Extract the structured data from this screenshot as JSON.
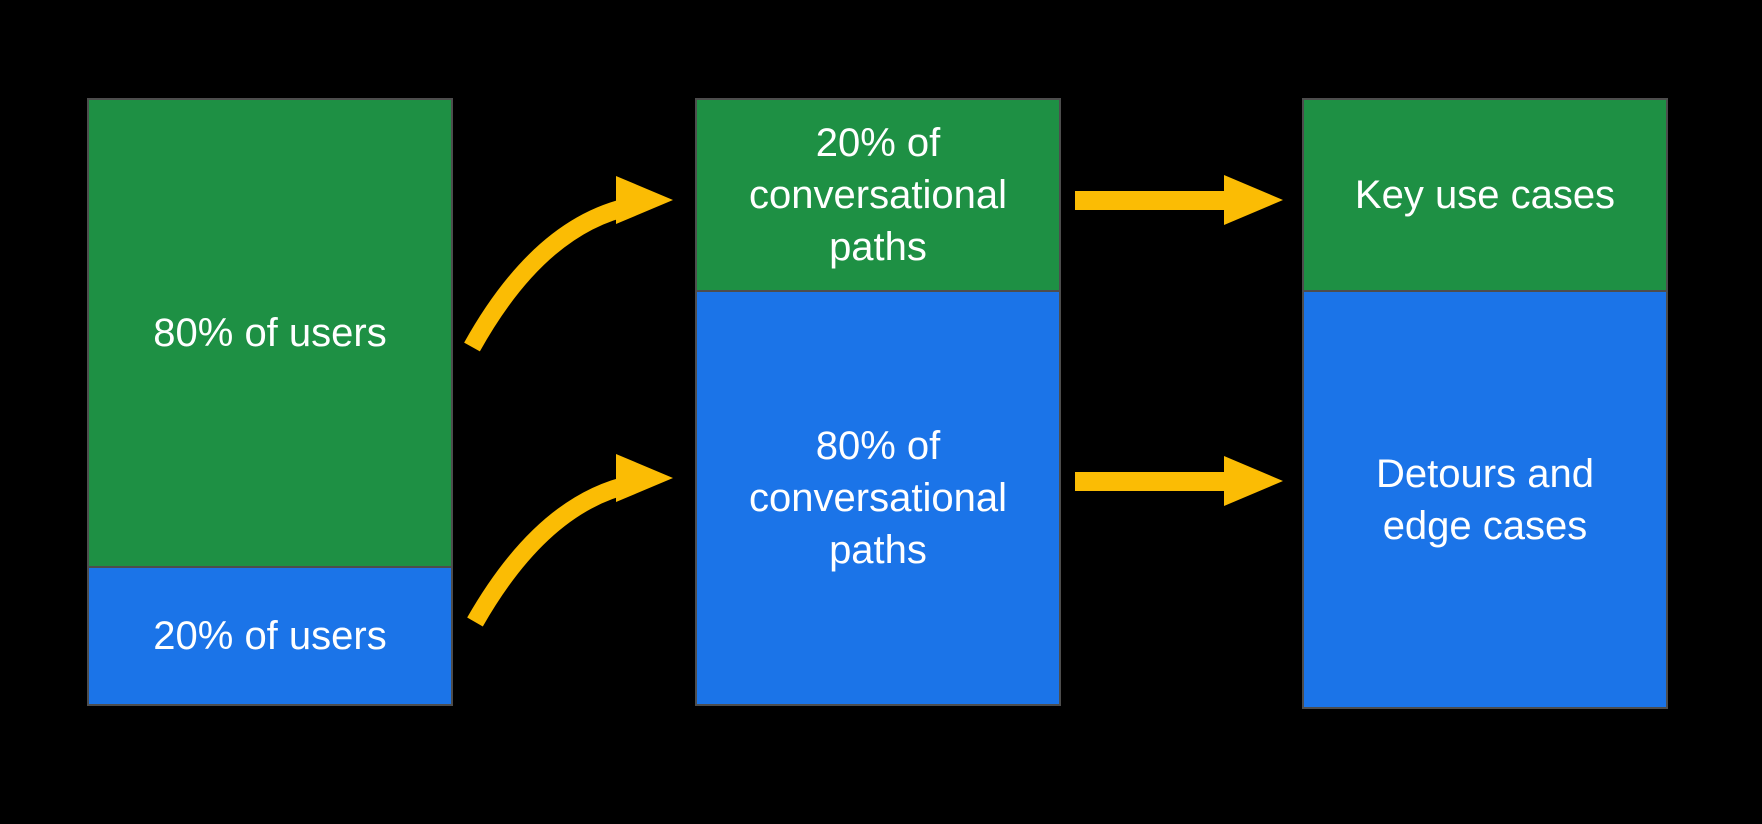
{
  "diagram": {
    "background_color": "#000000",
    "description_colors": {
      "green_segment": "#1e9044",
      "blue_segment": "#1b74e8",
      "arrow_yellow": "#fbbc04",
      "box_border_gray": "#4d4d4d",
      "label_text": "#ffffff"
    }
  },
  "columns": [
    {
      "id": "users",
      "segments": [
        {
          "color": "green",
          "label": "80% of users"
        },
        {
          "color": "blue",
          "label": "20% of users"
        }
      ]
    },
    {
      "id": "conversational-paths",
      "segments": [
        {
          "color": "green",
          "label": "20% of\nconversational\npaths"
        },
        {
          "color": "blue",
          "label": "80% of\nconversational\npaths"
        }
      ]
    },
    {
      "id": "outcomes",
      "segments": [
        {
          "color": "green",
          "label": "Key use cases"
        },
        {
          "color": "blue",
          "label": "Detours and\nedge cases"
        }
      ]
    }
  ],
  "arrows": [
    {
      "name": "curved-arrow-top",
      "shape": "curved",
      "direction": "up-right",
      "color": "#fbbc04"
    },
    {
      "name": "curved-arrow-bottom",
      "shape": "curved",
      "direction": "up-right",
      "color": "#fbbc04"
    },
    {
      "name": "straight-arrow-top",
      "shape": "straight",
      "direction": "right",
      "color": "#fbbc04"
    },
    {
      "name": "straight-arrow-bottom",
      "shape": "straight",
      "direction": "right",
      "color": "#fbbc04"
    }
  ]
}
